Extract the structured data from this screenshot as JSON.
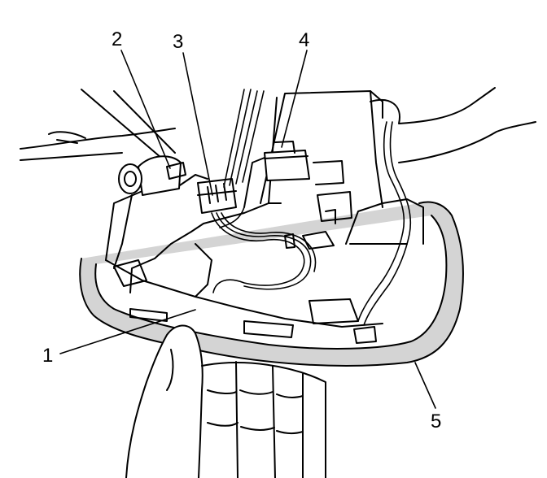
{
  "callouts": {
    "c1": "1",
    "c2": "2",
    "c3": "3",
    "c4": "4",
    "c5": "5"
  },
  "colors": {
    "ink": "#000000",
    "panel": "#d4d4d4",
    "background": "#ffffff"
  }
}
